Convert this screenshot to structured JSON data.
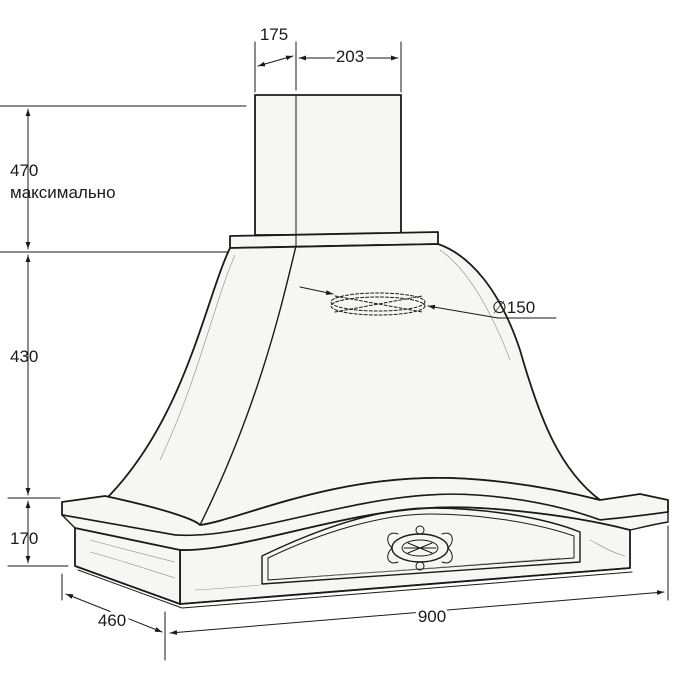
{
  "dimensions": {
    "duct_depth": "175",
    "duct_width": "203",
    "duct_height": "470",
    "duct_height_note": "максимально",
    "hood_height": "430",
    "base_height": "170",
    "depth": "460",
    "width": "900",
    "outlet_diameter": "∅150"
  }
}
